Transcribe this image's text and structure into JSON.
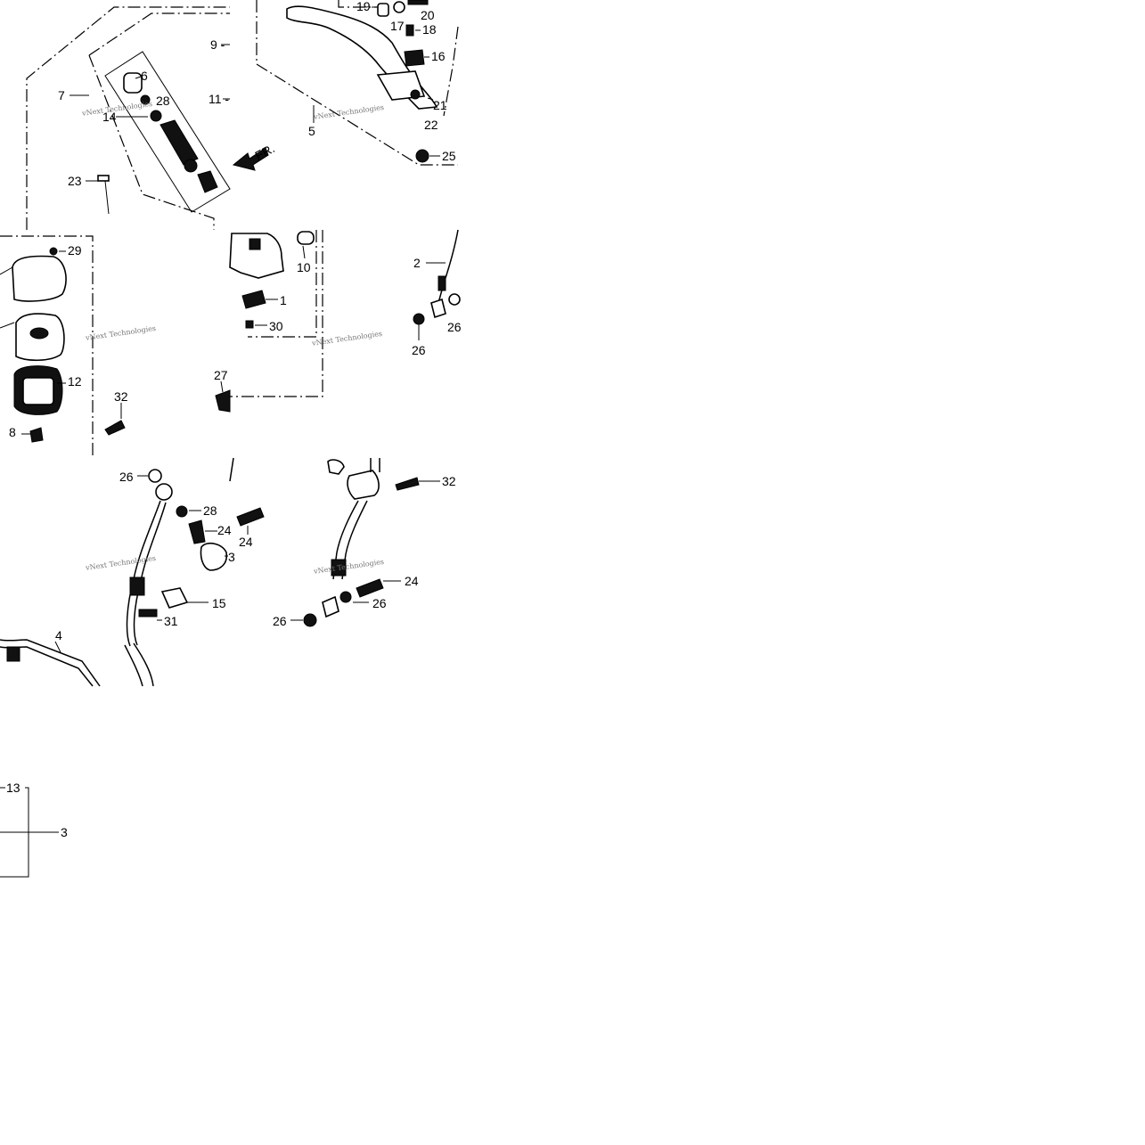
{
  "labels": {
    "p6": "6",
    "p7": "7",
    "p9": "9 -",
    "p11": "11 -",
    "p14": "14",
    "p28a": "28",
    "p23": "23",
    "p19": "19",
    "p20": "20",
    "p17": "17",
    "p18": "18",
    "p16": "16",
    "p21": "21",
    "p22": "22",
    "p5": "5",
    "p25": "25",
    "fr": "FR.",
    "p29": "29",
    "p12": "12",
    "p32a": "32",
    "p8": "8",
    "p10": "10",
    "p1": "1",
    "p30": "30",
    "p27": "27",
    "p2": "2",
    "p26a": "26",
    "p26b": "26",
    "p26c": "26",
    "p28b": "28",
    "p24a": "24",
    "p24b": "24",
    "p3a": "3",
    "p15": "15",
    "p31": "31",
    "p4": "4",
    "p32b": "32",
    "p24c": "24",
    "p26d": "26",
    "p26e": "26",
    "p13": "13",
    "p3b": "3"
  },
  "watermark": "vNext Technologies"
}
